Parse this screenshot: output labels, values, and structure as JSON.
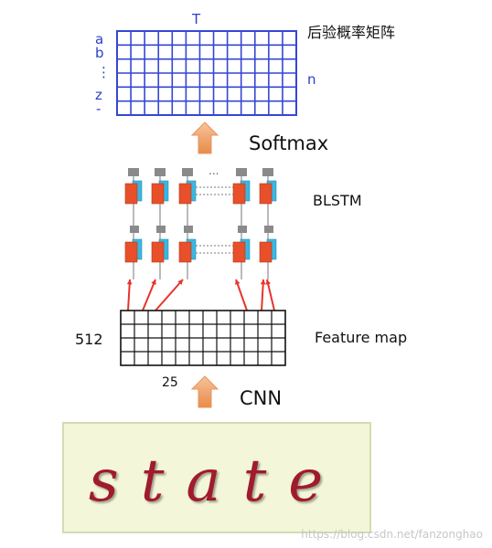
{
  "top": {
    "title": "后验概率矩阵",
    "time_label": "T",
    "classes_label": "n",
    "row_labels": [
      "a",
      "b",
      "⋮",
      "z",
      "-"
    ]
  },
  "softmax": {
    "label": "Softmax"
  },
  "blstm": {
    "label": "BLSTM",
    "ellipsis": "..."
  },
  "feature": {
    "label": "Feature map",
    "height_label": "512",
    "width_label": "25"
  },
  "cnn": {
    "label": "CNN"
  },
  "input": {
    "word": "state"
  },
  "watermark": "https://blog.csdn.net/fanzonghao",
  "colors": {
    "grid_blue": "#3447d4",
    "arrow": "#f0a56b",
    "lstm_cell": "#e8502a",
    "lstm_gate": "#3bb7e0",
    "lstm_top": "#8a8a8a",
    "connection_red": "#e8332b",
    "word": "#a01b2b"
  }
}
